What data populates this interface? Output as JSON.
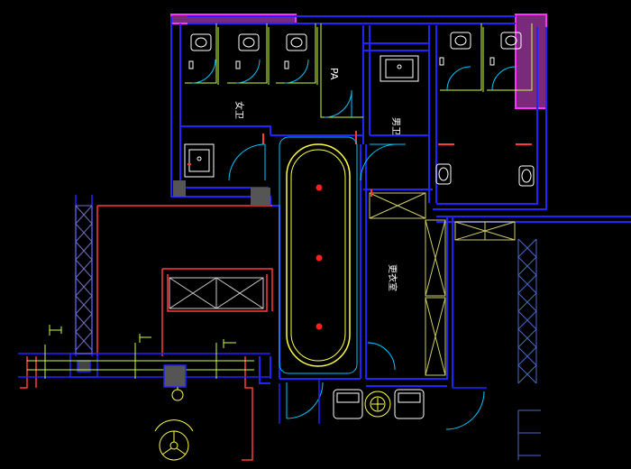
{
  "drawing": {
    "labels": {
      "pa": "PA",
      "womens_wc": "女卫",
      "mens_wc": "男卫",
      "changing_room": "更衣室"
    },
    "colors": {
      "background": "#000000",
      "wall": "#2323ff",
      "partition": "#ff3b3b",
      "fixture": "#ffffff",
      "pool": "#ffff44",
      "door": "#00c8ff",
      "accent": "#ff33ff",
      "grid": "#ffff00",
      "hatch": "#7070c0"
    }
  }
}
